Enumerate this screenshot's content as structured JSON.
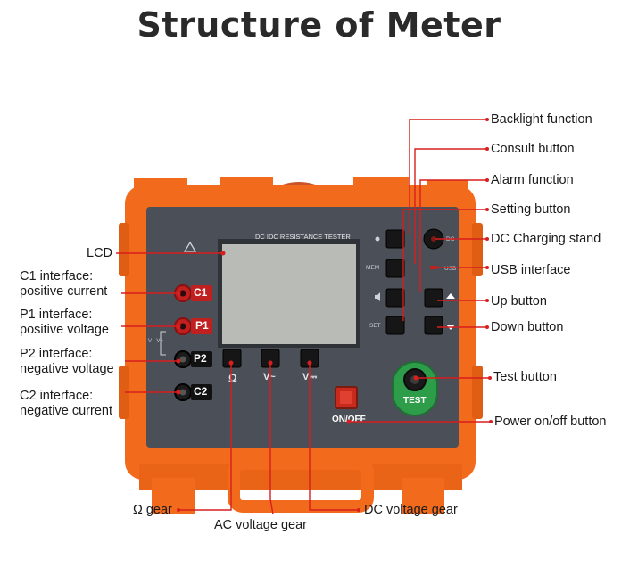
{
  "page": {
    "title": "Structure of Meter"
  },
  "device": {
    "lcd_header": "DC IDC RESISTANCE TESTER",
    "ports": [
      "C1",
      "P1",
      "P2",
      "C2"
    ],
    "bridge_label": "V - V=",
    "mem_label": "MEM",
    "set_label": "SET",
    "dc_label": "DC",
    "usb_label": "USB",
    "ohm_symbol": "Ω",
    "vac_symbol": "V~",
    "vdc_symbol": "V⎓",
    "test_label": "TEST",
    "power_label": "ON/OFF"
  },
  "labels": {
    "lcd": "LCD",
    "c1_line1": "C1 interface:",
    "c1_line2": "positive current",
    "p1_line1": "P1 interface:",
    "p1_line2": "positive voltage",
    "p2_line1": "P2 interface:",
    "p2_line2": "negative voltage",
    "c2_line1": "C2 interface:",
    "c2_line2": "negative current",
    "backlight": "Backlight function",
    "consult": "Consult button",
    "alarm": "Alarm function",
    "setting": "Setting button",
    "dc_charging": "DC Charging stand",
    "usb": "USB interface",
    "up": "Up button",
    "down": "Down button",
    "test": "Test button",
    "power": "Power on/off button",
    "ohm_gear": "Ω gear",
    "ac_gear": "AC voltage gear",
    "dc_gear": "DC voltage gear"
  },
  "colors": {
    "case_orange": "#f26a1b",
    "panel_gray": "#4b4f57",
    "annotation_red": "#d81e1e",
    "test_green": "#2e9d4a"
  }
}
